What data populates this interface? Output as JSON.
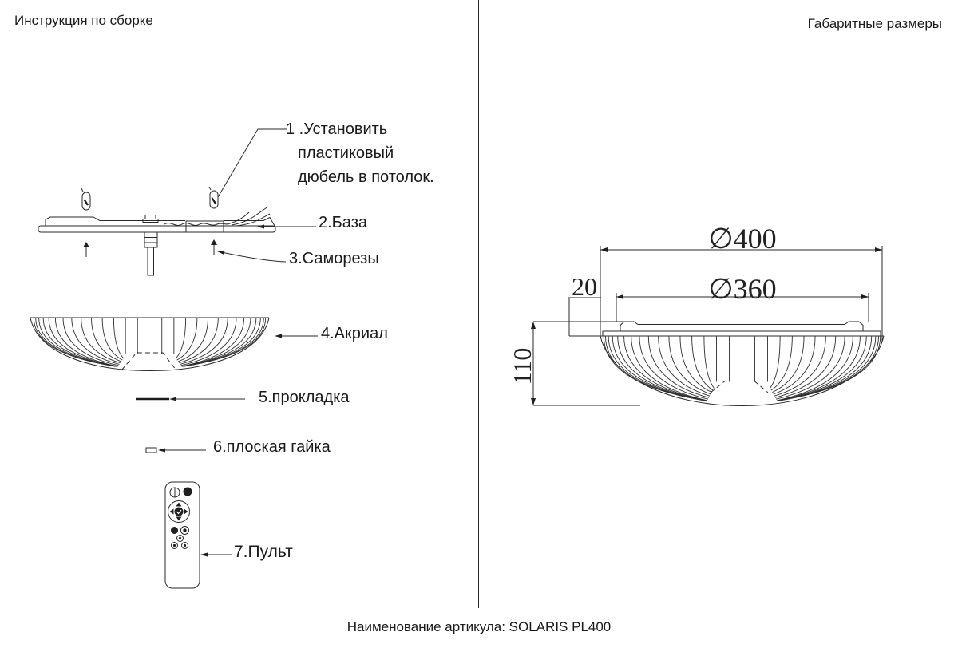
{
  "page": {
    "left_title": "Инструкция по сборке",
    "right_title": "Габаритные размеры",
    "caption": "Наименование артикула: SOLARIS PL400"
  },
  "steps": {
    "s1_line1": "1 .Установить",
    "s1_line2": "пластиковый",
    "s1_line3": "дюбель в потолок.",
    "s2": "2.База",
    "s3": "3.Саморезы",
    "s4": "4.Акриал",
    "s5": "5.прокладка",
    "s6": "6.плоская гайка",
    "s7": "7.Пульт"
  },
  "dimensions": {
    "outer_diameter": "∅400",
    "inner_diameter": "∅360",
    "rim_height": "20",
    "total_height": "110"
  },
  "colors": {
    "line": "#2a2a2a",
    "background": "#ffffff"
  }
}
